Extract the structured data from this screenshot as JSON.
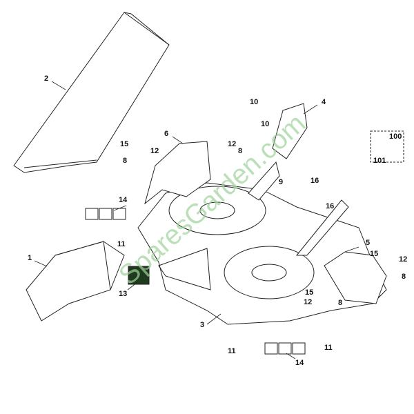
{
  "diagram": {
    "callouts": [
      "2",
      "10",
      "4",
      "10",
      "100",
      "101",
      "6",
      "15",
      "12",
      "8",
      "12",
      "8",
      "9",
      "16",
      "14",
      "16",
      "5",
      "1",
      "11",
      "15",
      "12",
      "13",
      "8",
      "15",
      "12",
      "8",
      "3",
      "11",
      "11",
      "14"
    ]
  },
  "watermark": "SparesGarden.com"
}
